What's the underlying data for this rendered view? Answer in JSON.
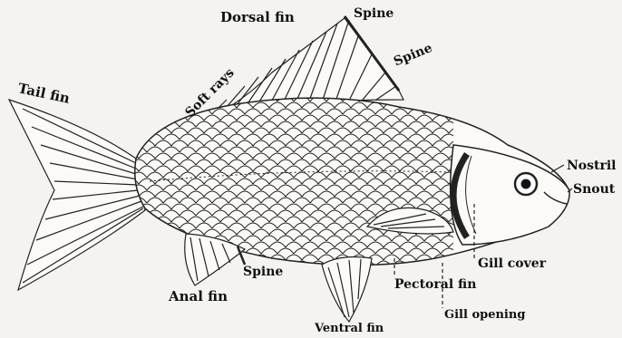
{
  "diagram": {
    "labels": {
      "dorsal_fin": "Dorsal fin",
      "spine_top": "Spine",
      "spine_dorsal_rear": "Spine",
      "soft_rays": "Soft rays",
      "tail_fin": "Tail fin",
      "nostril": "Nostril",
      "snout": "Snout",
      "gill_cover": "Gill cover",
      "pectoral_fin": "Pectoral fin",
      "gill_opening": "Gill opening",
      "spine_anal": "Spine",
      "anal_fin": "Anal fin",
      "ventral_fin": "Ventral fin"
    }
  }
}
